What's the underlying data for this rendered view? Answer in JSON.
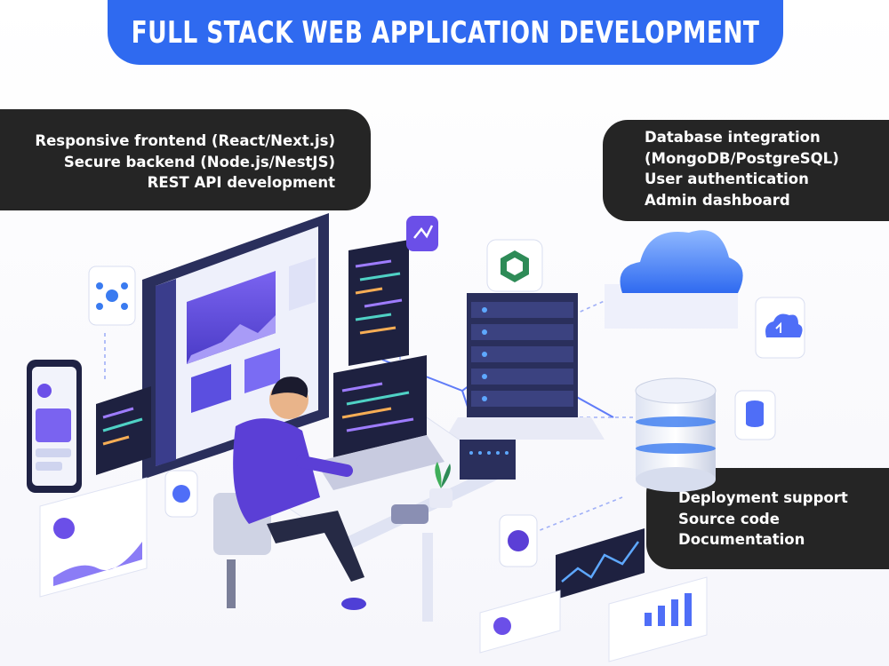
{
  "title": "FULL STACK WEB APPLICATION DEVELOPMENT",
  "left_panel": {
    "items": [
      "Responsive frontend (React/Next.js)",
      "Secure backend (Node.js/NestJS)",
      "REST API development"
    ]
  },
  "right_panel": {
    "items": [
      "Database integration",
      "(MongoDB/PostgreSQL)",
      "User authentication",
      "Admin dashboard"
    ]
  },
  "bottom_panel": {
    "items": [
      "Deployment support",
      "Source code",
      "Documentation"
    ]
  },
  "colors": {
    "banner": "#2f6af0",
    "panel": "#252525",
    "accent_purple": "#5b3fd6",
    "accent_blue": "#3a7bf0"
  },
  "illustration": {
    "subject": "developer-at-laptop-icon",
    "icons": [
      "network-node-icon",
      "code-icon",
      "security-hexagon-icon",
      "cloud-icon",
      "cloud-upload-icon",
      "database-icon",
      "server-rack-icon",
      "smartphone-icon",
      "analytics-chart-icon",
      "user-profile-card-icon"
    ]
  }
}
